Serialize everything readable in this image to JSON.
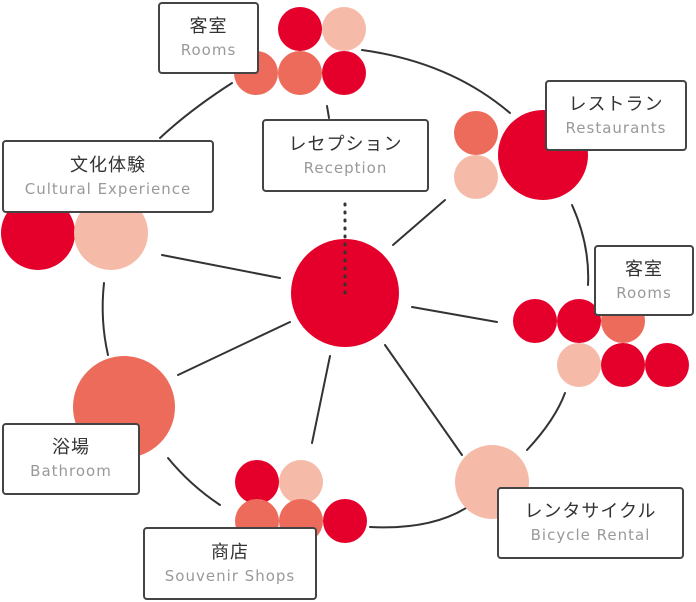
{
  "colors": {
    "red": "#e4002b",
    "coral": "#ec6b5a",
    "peach": "#f6bba8",
    "line": "#333333"
  },
  "areas": {
    "rooms_top": {
      "jp": "客室",
      "en": "Rooms"
    },
    "restaurants": {
      "jp": "レストラン",
      "en": "Restaurants"
    },
    "reception": {
      "jp": "レセプション",
      "en": "Reception"
    },
    "cultural": {
      "jp": "文化体験",
      "en": "Cultural Experience"
    },
    "rooms_right": {
      "jp": "客室",
      "en": "Rooms"
    },
    "bathroom": {
      "jp": "浴場",
      "en": "Bathroom"
    },
    "souvenir": {
      "jp": "商店",
      "en": "Souvenir Shops"
    },
    "bicycle": {
      "jp": "レンタサイクル",
      "en": "Bicycle Rental"
    }
  }
}
